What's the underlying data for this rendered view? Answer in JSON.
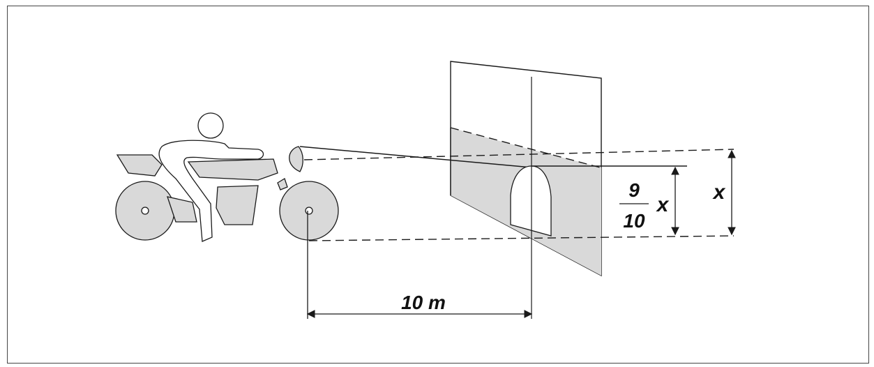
{
  "labels": {
    "distance": "10 m",
    "fraction_numerator": "9",
    "fraction_denominator": "10",
    "fraction_variable": "x",
    "full_height": "x"
  },
  "colors": {
    "fill": "#d9d9d9",
    "stroke": "#1a1a1a"
  }
}
